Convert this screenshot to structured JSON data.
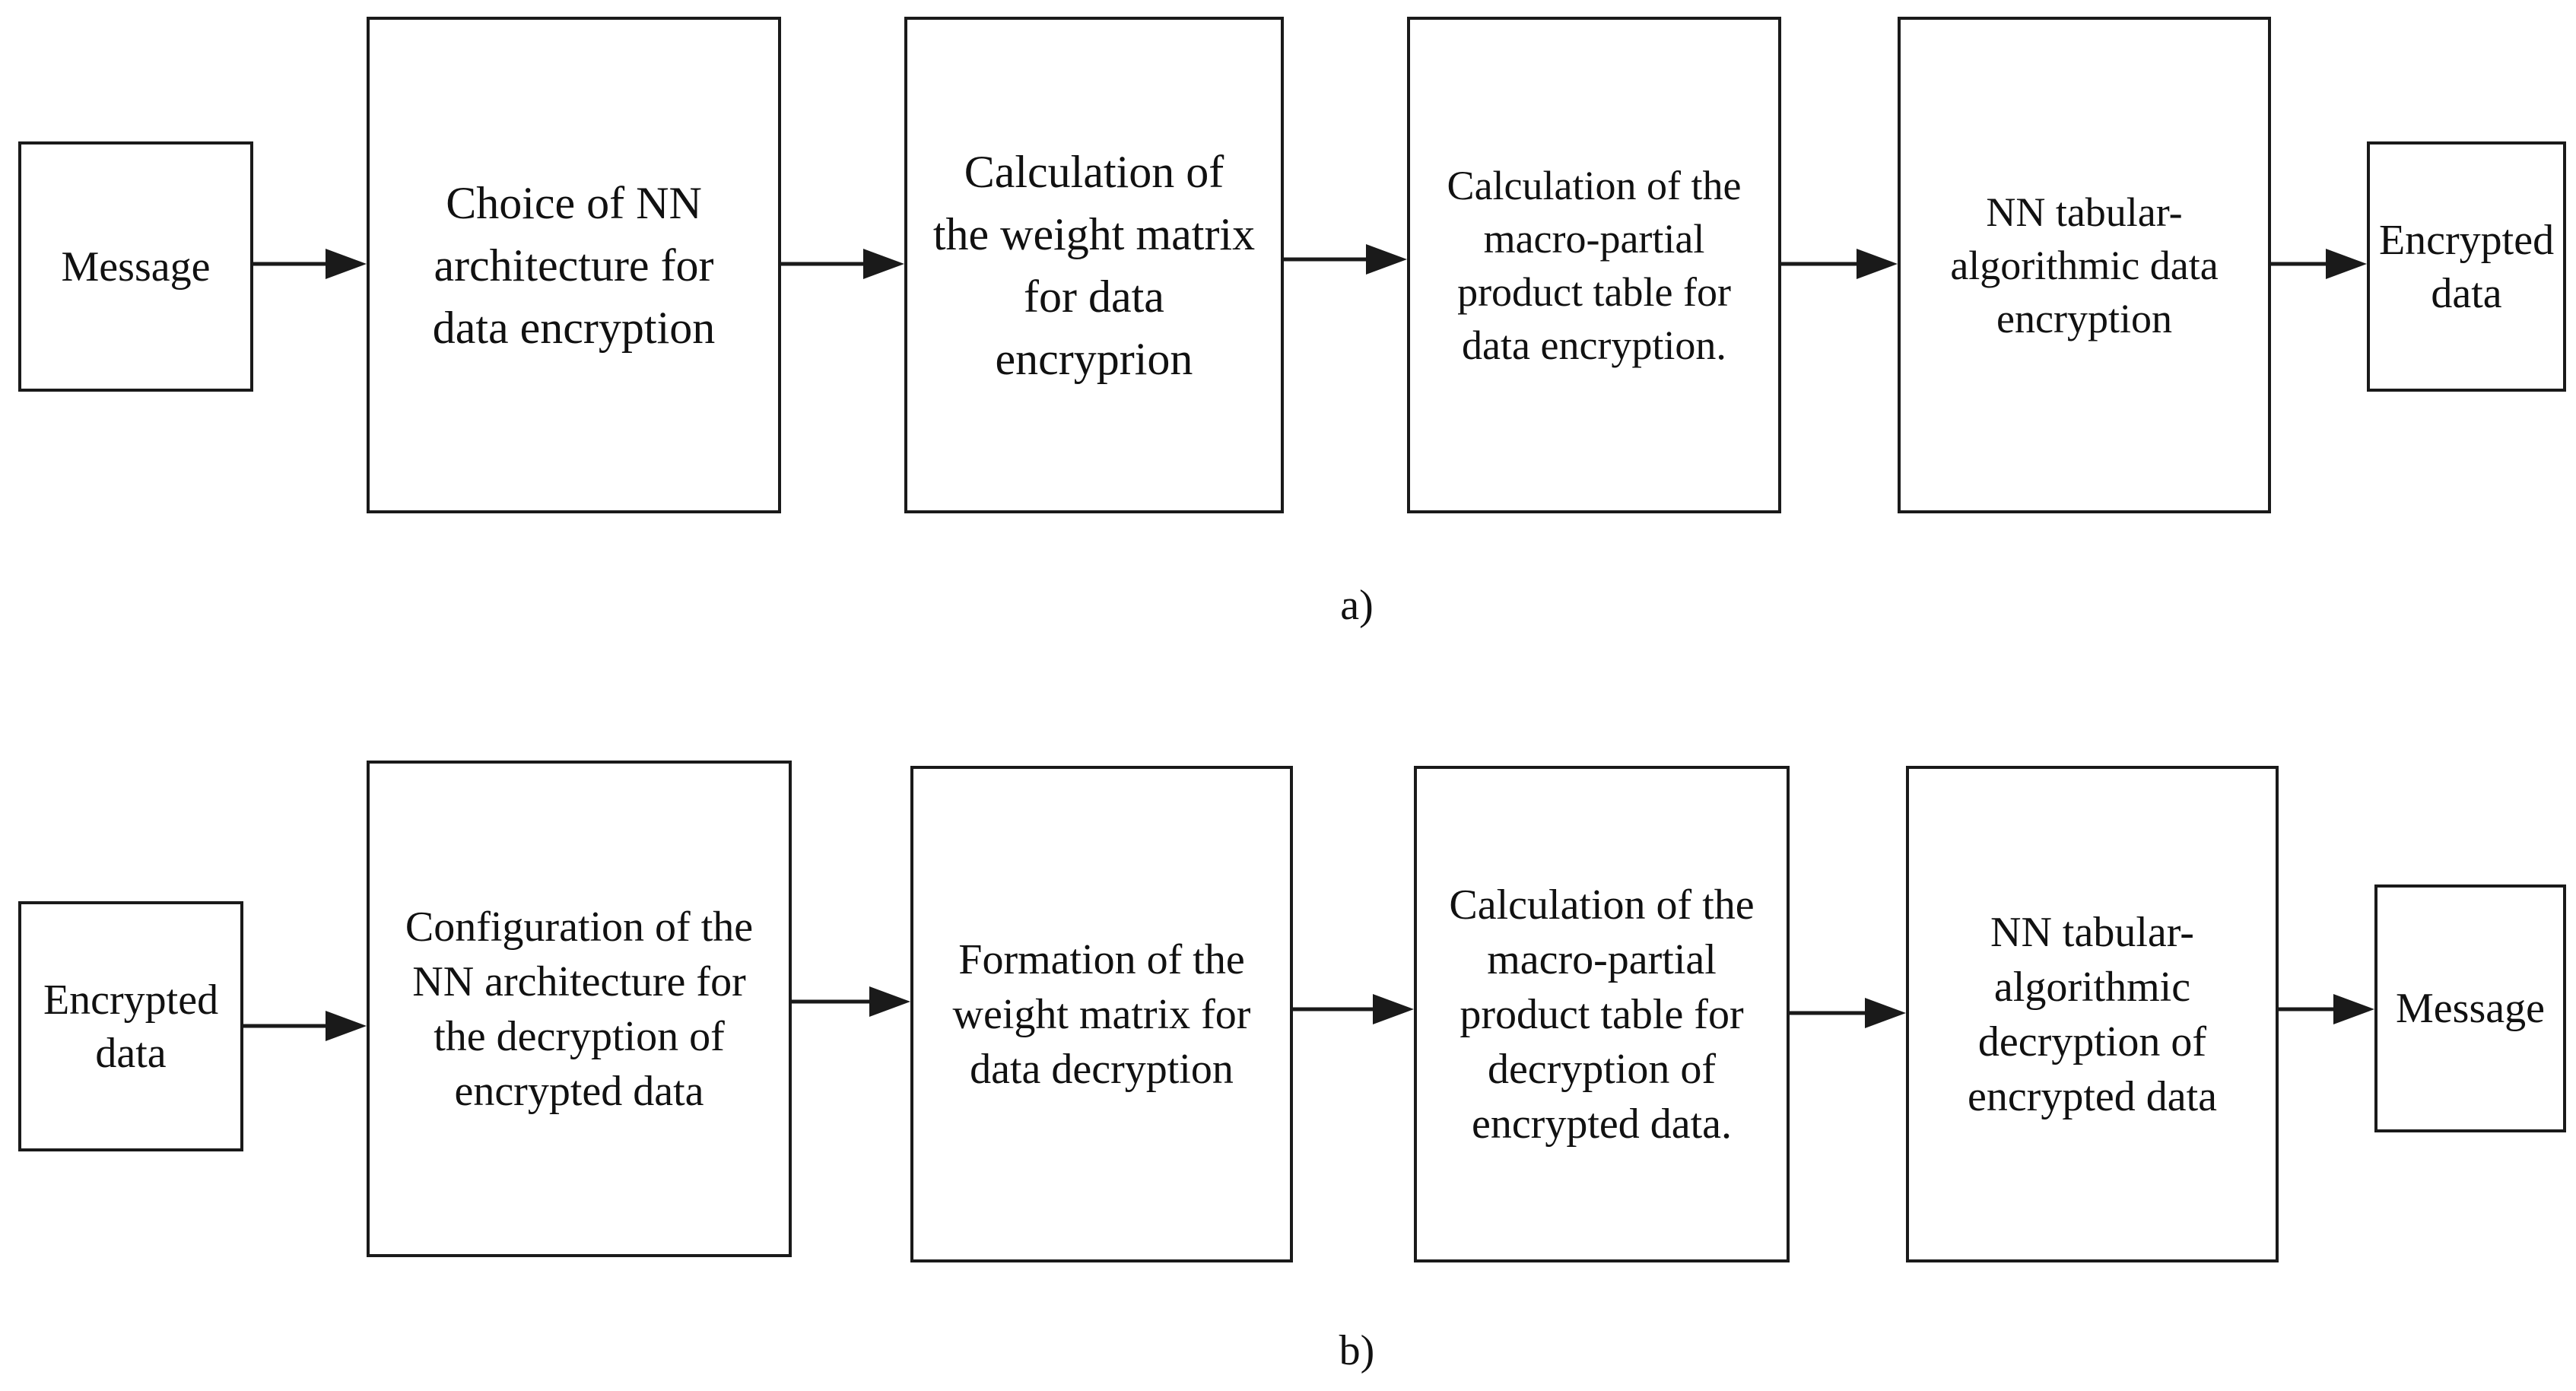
{
  "diagram_a": {
    "message_in": "Message",
    "step_1": "Choice of NN\narchitecture for\ndata encryption",
    "step_2": "Calculation of\nthe weight matrix\nfor data\nencryprion",
    "step_3": "Calculation of the\nmacro-partial\nproduct table for\ndata encryption.",
    "step_4": "NN tabular-\nalgorithmic data\nencryption",
    "encrypted_out": "Encrypted\ndata",
    "caption": "a)"
  },
  "diagram_b": {
    "encrypted_in": "Encrypted\ndata",
    "step_1": "Configuration of the\nNN architecture for\nthe decryption of\nencrypted data",
    "step_2": "Formation of the\nweight matrix for\ndata decryption",
    "step_3": "Calculation of the\nmacro-partial\nproduct table for\ndecryption of\nencrypted data.",
    "step_4": "NN tabular-\nalgorithmic\ndecryption of\nencrypted data",
    "message_out": "Message",
    "caption": "b)"
  },
  "colors": {
    "stroke": "#1a1a1a",
    "text": "#111111",
    "background": "#ffffff"
  }
}
